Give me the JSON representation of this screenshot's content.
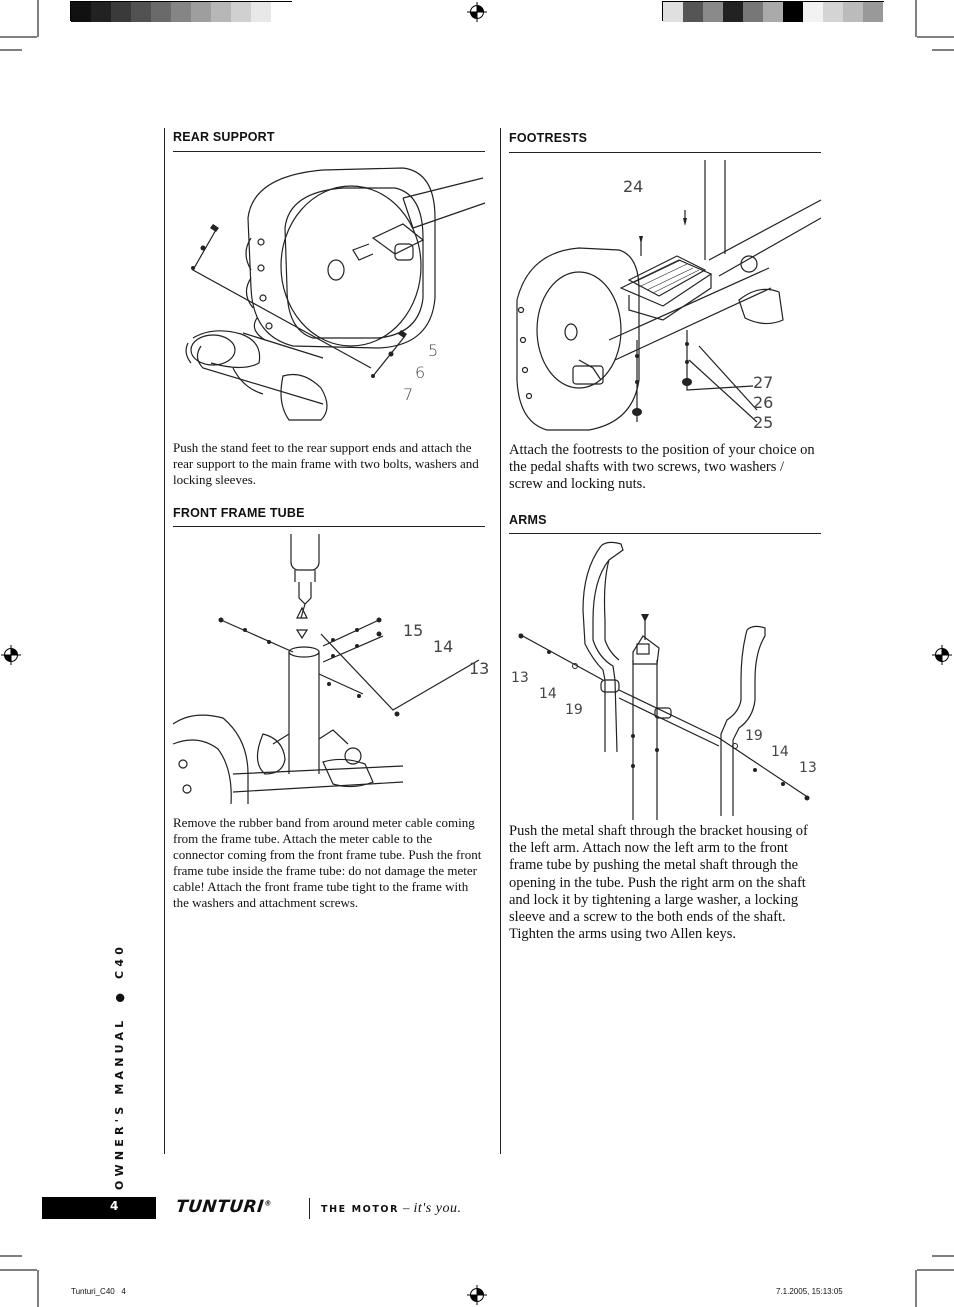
{
  "registration": {
    "left_swatches": [
      "#111111",
      "#222222",
      "#3a3a3a",
      "#525252",
      "#6a6a6a",
      "#858585",
      "#9e9e9e",
      "#b7b7b7",
      "#d0d0d0",
      "#e8e8e8",
      "#ffffff"
    ],
    "right_swatches": [
      "#e0e0e0",
      "#555555",
      "#8a8a8a",
      "#222222",
      "#777777",
      "#aaaaaa",
      "#000000",
      "#f2f2f2",
      "#d4d4d4",
      "#bbbbbb",
      "#999999"
    ]
  },
  "sections": {
    "rear_support": {
      "heading": "REAR SUPPORT",
      "text": "Push the stand feet to the rear support ends and attach the rear support to the main frame with two bolts, washers and locking sleeves.",
      "labels": [
        "5",
        "6",
        "7"
      ]
    },
    "front_frame_tube": {
      "heading": "FRONT FRAME TUBE",
      "text": "Remove the rubber band from around meter cable coming from the frame tube. Attach the meter cable to the connector coming from the front frame tube. Push the front frame tube inside the frame tube: do not damage the meter cable! Attach the front frame tube tight to the frame with the washers and attachment screws.",
      "labels": [
        "15",
        "14",
        "13"
      ]
    },
    "footrests": {
      "heading": "FOOTRESTS",
      "text": "Attach the footrests to the position of your choice on the pedal shafts with two screws, two washers / screw and locking nuts.",
      "labels": [
        "24",
        "27",
        "26",
        "25"
      ]
    },
    "arms": {
      "heading": "ARMS",
      "text": "Push the metal shaft through the bracket housing of the left arm. Attach now the left arm to the front frame tube by pushing the metal shaft through the opening in the tube. Push the right arm on the shaft and lock it by tightening a large washer, a locking sleeve and a screw to the both ends of the shaft. Tighten the arms using two Allen keys.",
      "labels": [
        "13",
        "14",
        "19",
        "19",
        "14",
        "13"
      ]
    }
  },
  "sidebar": {
    "manual_label": "OWNER'S MANUAL",
    "bullet": "●",
    "model": "C40"
  },
  "footer": {
    "page_number": "4",
    "brand": "TUNTURI",
    "registered": "®",
    "tagline_caps": "THE MOTOR",
    "tagline_dash": "–",
    "tagline_italic": "it's you."
  },
  "slug": {
    "file": "Tunturi_C40   4",
    "timestamp": "7.1.2005, 15:13:05"
  }
}
